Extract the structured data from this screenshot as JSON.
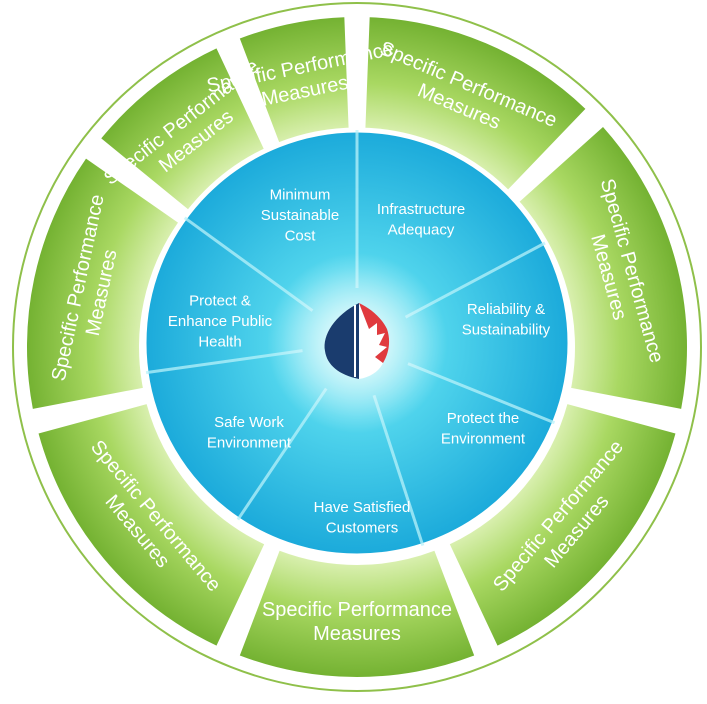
{
  "outer_ring": {
    "segments": [
      {
        "label": "Specific Performance\nMeasures"
      },
      {
        "label": "Specific Performance\nMeasures"
      },
      {
        "label": "Specific Performance\nMeasures"
      },
      {
        "label": "Specific Performance\nMeasures"
      },
      {
        "label": "Specific Performance\nMeasures"
      },
      {
        "label": "Specific Performance\nMeasures"
      },
      {
        "label": "Specific Performance\nMeasures"
      },
      {
        "label": "Specific Performance\nMeasures"
      }
    ],
    "color_light": "#c9e98a",
    "color_dark": "#7cb83a",
    "border_color": "#8fc04a"
  },
  "inner_circle": {
    "segments": [
      {
        "label": "Minimum\nSustainable\nCost"
      },
      {
        "label": "Infrastructure\nAdequacy"
      },
      {
        "label": "Reliability &\nSustainability"
      },
      {
        "label": "Protect the\nEnvironment"
      },
      {
        "label": "Have Satisfied\nCustomers"
      },
      {
        "label": "Safe Work\nEnvironment"
      },
      {
        "label": "Protect &\nEnhance Public\nHealth"
      }
    ],
    "color_center": "#6fe3f0",
    "color_edge": "#1fb0dc"
  },
  "logo": {
    "icon": "flame-maple-leaf-icon",
    "colors": {
      "navy": "#1a3c6e",
      "red": "#e03a3e",
      "white": "#ffffff"
    }
  }
}
